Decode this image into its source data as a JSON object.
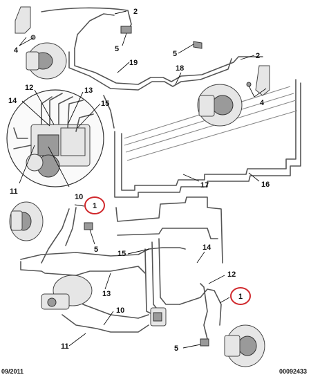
{
  "callouts": {
    "c2_top": "2",
    "c4_top": "4",
    "c5_top": "5",
    "c19": "19",
    "c5_mid": "5",
    "c2_mid": "2",
    "c18": "18",
    "c12_abs": "12",
    "c13_abs": "13",
    "c14_abs": "14",
    "c15_abs": "15",
    "c4_mid": "4",
    "c11_abs": "11",
    "c10_abs": "10",
    "c1_left": "1",
    "c17": "17",
    "c16": "16",
    "c5_left": "5",
    "c15_low": "15",
    "c14_low": "14",
    "c13_low": "13",
    "c12_low": "12",
    "c1_right": "1",
    "c10_low": "10",
    "c11_low": "11",
    "c5_bottom": "5"
  },
  "footer": {
    "date": "09/2011",
    "reference": "00092433"
  },
  "colors": {
    "highlight_circle": "#d0282c",
    "line": "#555555",
    "text": "#111111"
  }
}
